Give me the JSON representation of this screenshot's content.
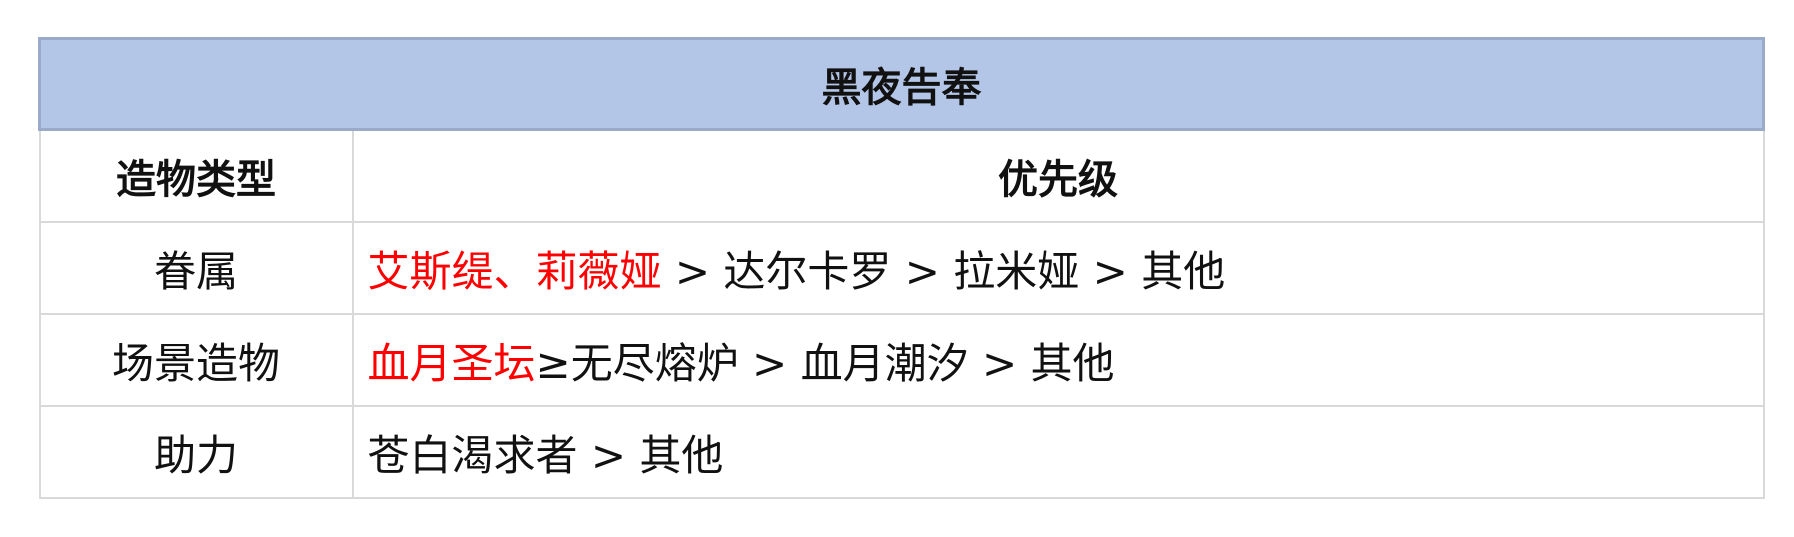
{
  "title": "黑夜告奉",
  "headers": {
    "type": "造物类型",
    "priority": "优先级"
  },
  "rows": [
    {
      "type": "眷属",
      "highlight": "艾斯缇、莉薇娅",
      "rest": " > 达尔卡罗 > 拉米娅 > 其他"
    },
    {
      "type": "场景造物",
      "highlight": "血月圣坛",
      "rest": "≥无尽熔炉 > 血月潮汐 > 其他"
    },
    {
      "type": "助力",
      "highlight": "",
      "rest": "苍白渴求者 > 其他"
    }
  ],
  "colors": {
    "header_bg": "#b4c6e7",
    "highlight": "#ff0000"
  }
}
